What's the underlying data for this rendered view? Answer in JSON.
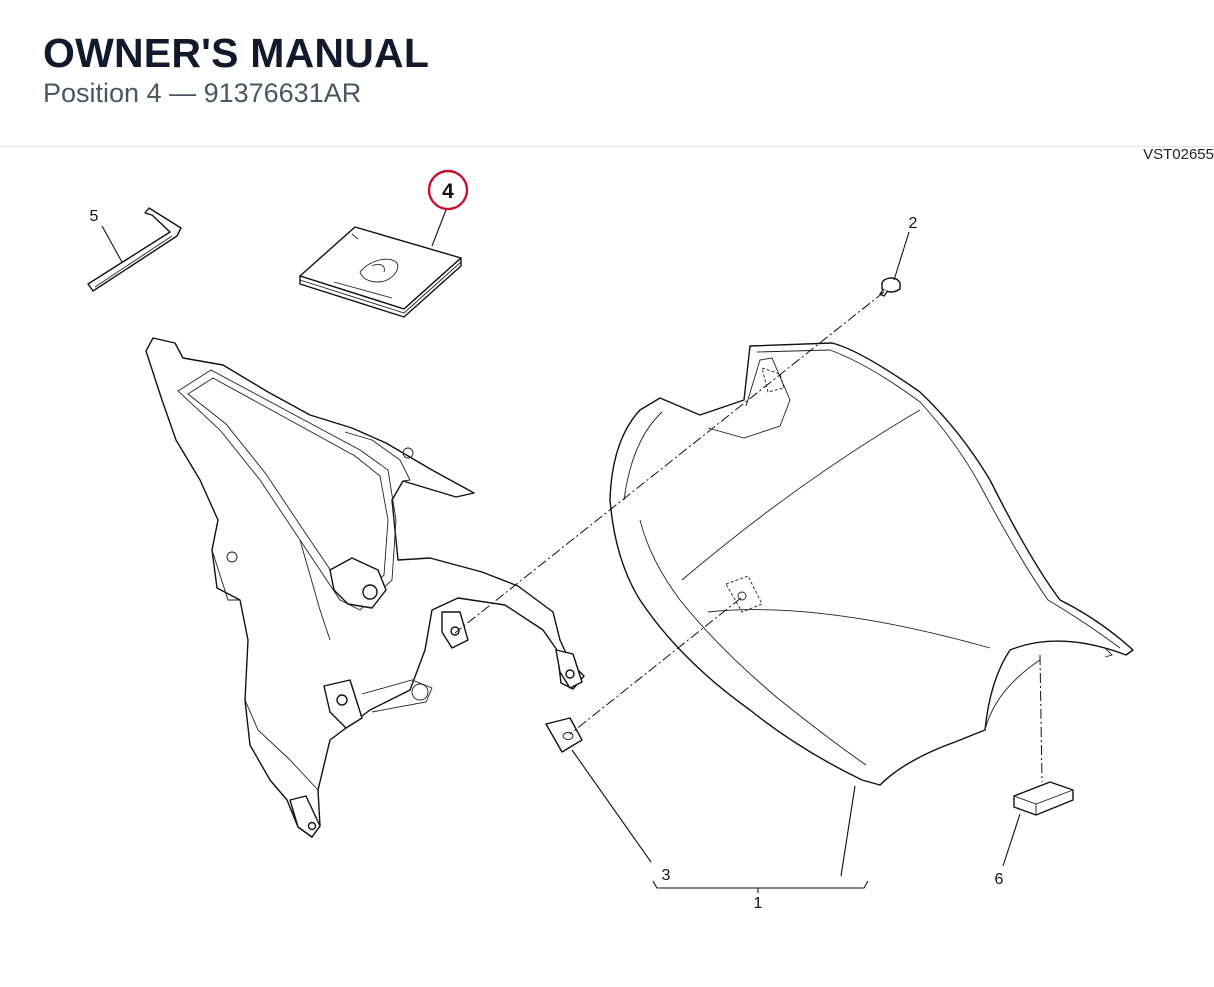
{
  "header": {
    "title": "OWNER'S MANUAL",
    "subtitle": "Position 4 — 91376631AR"
  },
  "drawing_code": "VST02655",
  "highlight_color": "#c8102e",
  "parts": [
    {
      "id": "1",
      "label": "1",
      "description": "seat assembly (seat + bracket)"
    },
    {
      "id": "2",
      "label": "2",
      "description": "screw"
    },
    {
      "id": "3",
      "label": "3",
      "description": "plate"
    },
    {
      "id": "4",
      "label": "4",
      "description": "owner's manual",
      "highlighted": true
    },
    {
      "id": "5",
      "label": "5",
      "description": "hex key"
    },
    {
      "id": "6",
      "label": "6",
      "description": "rubber pad"
    }
  ]
}
